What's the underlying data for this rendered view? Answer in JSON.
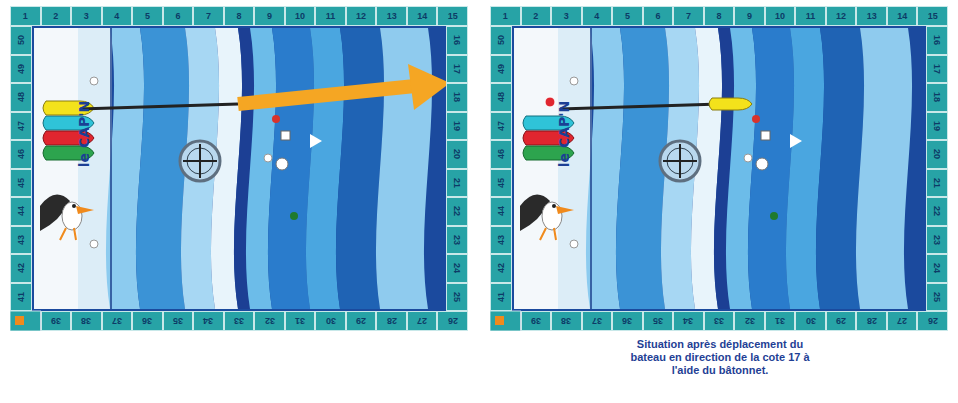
{
  "diagram": {
    "caption": "Situation après déplacement du bateau en direction de la cote 17 à l'aide du bâtonnet.",
    "labels": [
      "1",
      "2",
      "3",
      "4",
      "5",
      "6",
      "7",
      "8",
      "9",
      "10",
      "11",
      "12",
      "13",
      "14",
      "15",
      "16",
      "17",
      "18",
      "19",
      "20",
      "21",
      "22",
      "23",
      "24",
      "25",
      "26",
      "27",
      "28",
      "29",
      "30",
      "31",
      "32",
      "33",
      "34",
      "35",
      "36",
      "37",
      "38",
      "39",
      "41",
      "42",
      "43",
      "44",
      "45",
      "46",
      "47",
      "48",
      "49",
      "50",
      "le CAP'N",
      "1",
      "2",
      "3",
      "4",
      "5",
      "6",
      "7",
      "8",
      "9",
      "10",
      "11",
      "12",
      "13",
      "14",
      "15",
      "16",
      "17",
      "18",
      "19",
      "20",
      "21",
      "22",
      "23",
      "24",
      "25",
      "26",
      "27",
      "28",
      "29",
      "30",
      "31",
      "32",
      "33",
      "34",
      "35",
      "36",
      "37",
      "38",
      "39",
      "41",
      "42",
      "43",
      "44",
      "45",
      "46",
      "47",
      "48",
      "49",
      "50",
      "le CAP'N"
    ]
  }
}
